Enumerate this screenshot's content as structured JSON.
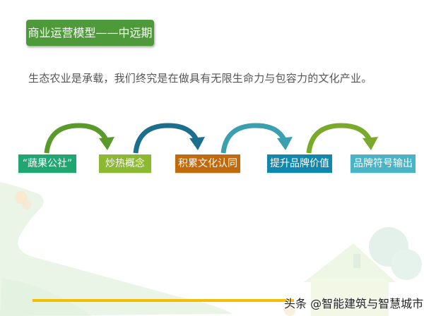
{
  "title": "商业运营模型——中远期",
  "subtitle": "生态农业是承载，我们终究是在做具有无限生命力与包容力的文化产业。",
  "steps": [
    {
      "label": "“蔬果公社”",
      "color": "#1fa671"
    },
    {
      "label": "炒热概念",
      "color": "#8db832"
    },
    {
      "label": "积累文化认同",
      "color": "#c06a0d"
    },
    {
      "label": "提升品牌价值",
      "color": "#1187ae"
    },
    {
      "label": "品牌符号输出",
      "color": "#4ab3c6"
    }
  ],
  "arrows": [
    {
      "from": "step-1",
      "to": "step-2",
      "color": "#5a9a2a"
    },
    {
      "from": "step-2",
      "to": "step-3",
      "color": "#1b6f8c"
    },
    {
      "from": "step-3",
      "to": "step-4",
      "color": "#3aa0b0"
    },
    {
      "from": "step-4",
      "to": "step-5",
      "color": "#7aaa2a"
    }
  ],
  "watermark": "头条 @智能建筑与智慧城市",
  "colors": {
    "title_bg": "#4e9a3a",
    "accent_line": "#f5bd00",
    "background_tint": "#e8f4e6"
  }
}
